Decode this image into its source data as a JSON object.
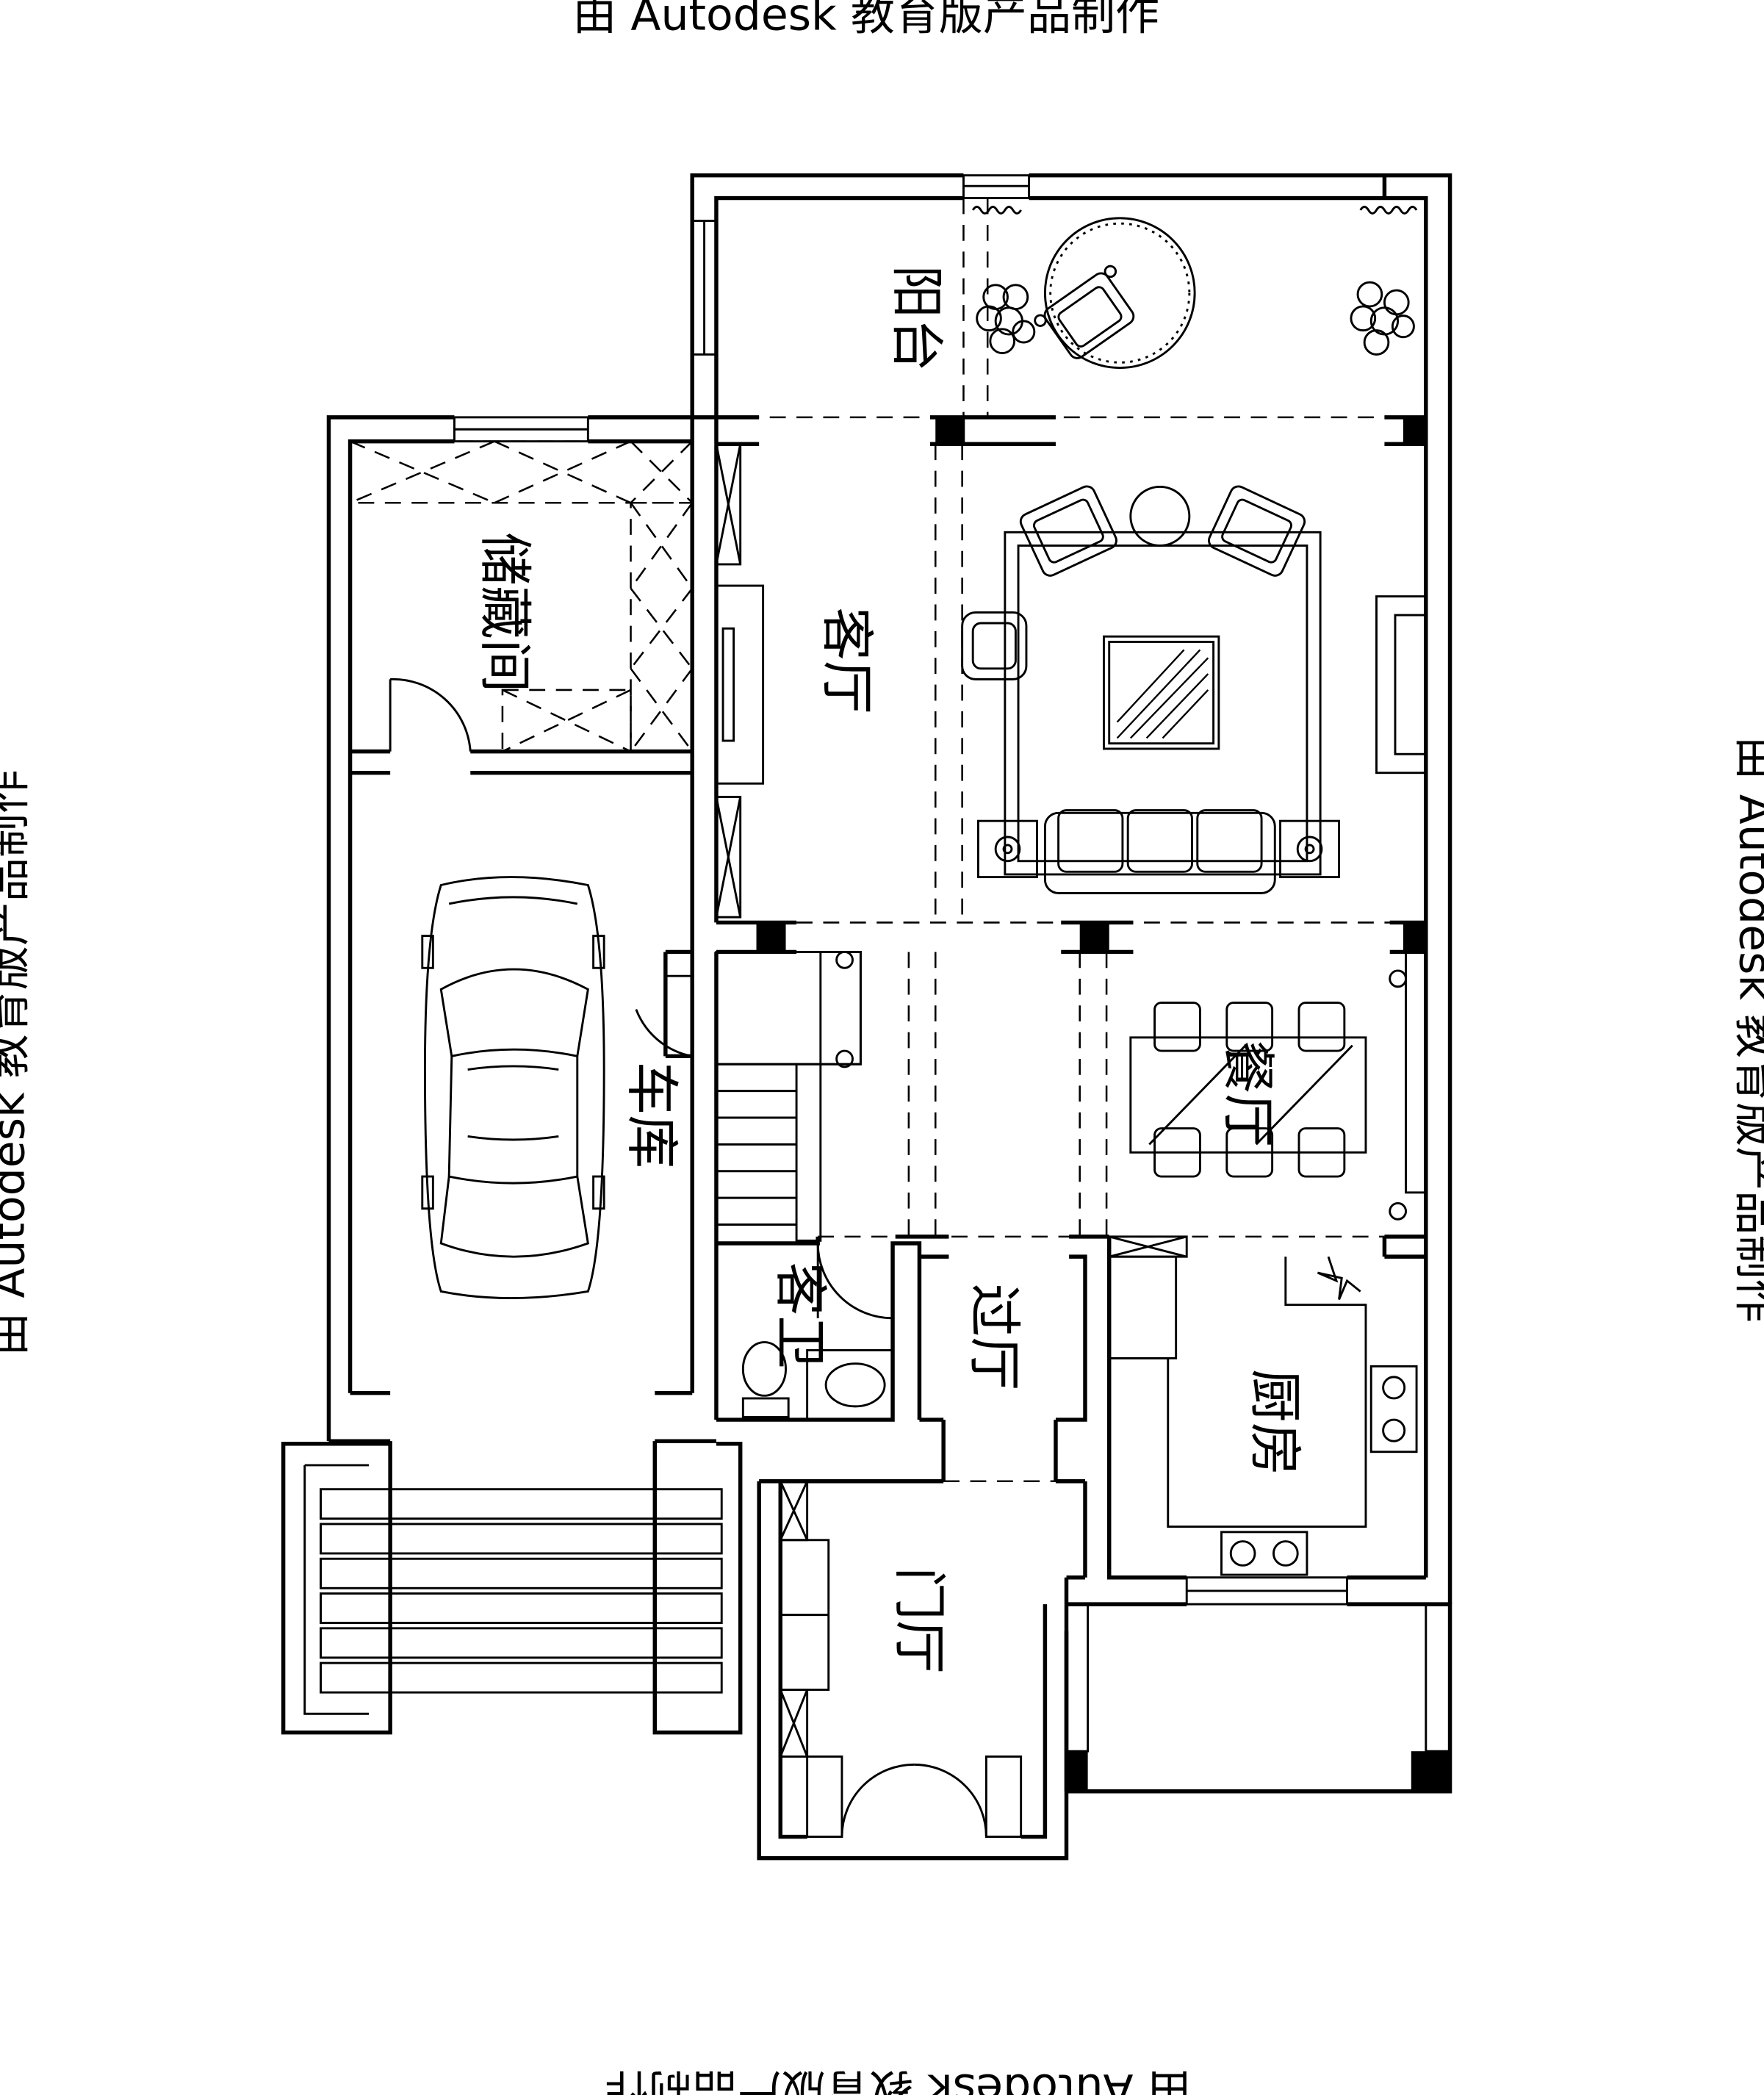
{
  "watermark": {
    "text": "由 Autodesk 教育版产品制作"
  },
  "rooms": {
    "balcony": "阳台",
    "storage": "储藏间",
    "living_room": "客厅",
    "garage": "车库",
    "dining_room": "餐厅",
    "guest_bathroom": "客卫",
    "hallway": "过厅",
    "kitchen": "厨房",
    "entrance_hall": "门厅"
  }
}
